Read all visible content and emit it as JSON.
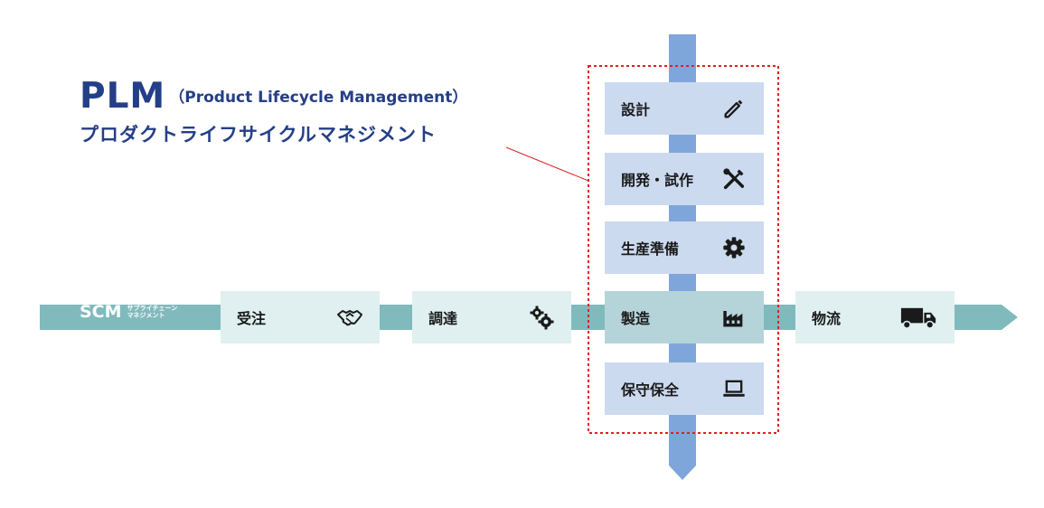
{
  "colors": {
    "plm_box": "#ccdaf0",
    "scm_box": "#e0f0f1",
    "manufacturing_box": "#b5d4d9",
    "plm_arrow": "#7fa6db",
    "scm_arrow": "#80babd",
    "title": "#243f87",
    "highlight": "#e02020"
  },
  "plm": {
    "title": "PLM",
    "title_paren": "（Product Lifecycle Management）",
    "subtitle": "プロダクトライフサイクルマネジメント",
    "stages": [
      {
        "label": "設計",
        "icon": "pencil-icon"
      },
      {
        "label": "開発・試作",
        "icon": "tools-icon"
      },
      {
        "label": "生産準備",
        "icon": "gear-icon"
      },
      {
        "label": "製造",
        "icon": "factory-icon"
      },
      {
        "label": "保守保全",
        "icon": "laptop-icon"
      }
    ]
  },
  "scm": {
    "label": "SCM",
    "label_small_line1": "サプライチェーン",
    "label_small_line2": "マネジメント",
    "stages": [
      {
        "label": "受注",
        "icon": "handshake-icon"
      },
      {
        "label": "調達",
        "icon": "gears-icon"
      },
      {
        "label": "製造",
        "icon": "factory-icon"
      },
      {
        "label": "物流",
        "icon": "truck-icon"
      }
    ]
  }
}
